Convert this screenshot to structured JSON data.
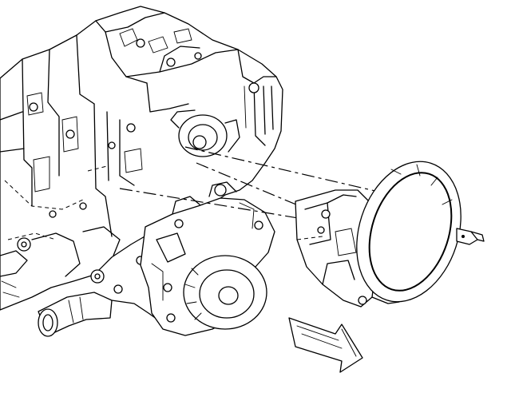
{
  "figure": {
    "description_icons": {
      "engine": "engine-block-illustration",
      "water_pump": "water-pump-illustration",
      "housing": "front-cover-housing-illustration",
      "seal_ring": "seal-ring-illustration",
      "direction": "direction-arrow-icon"
    },
    "colors": {
      "line": "#000000",
      "background": "#ffffff"
    }
  }
}
